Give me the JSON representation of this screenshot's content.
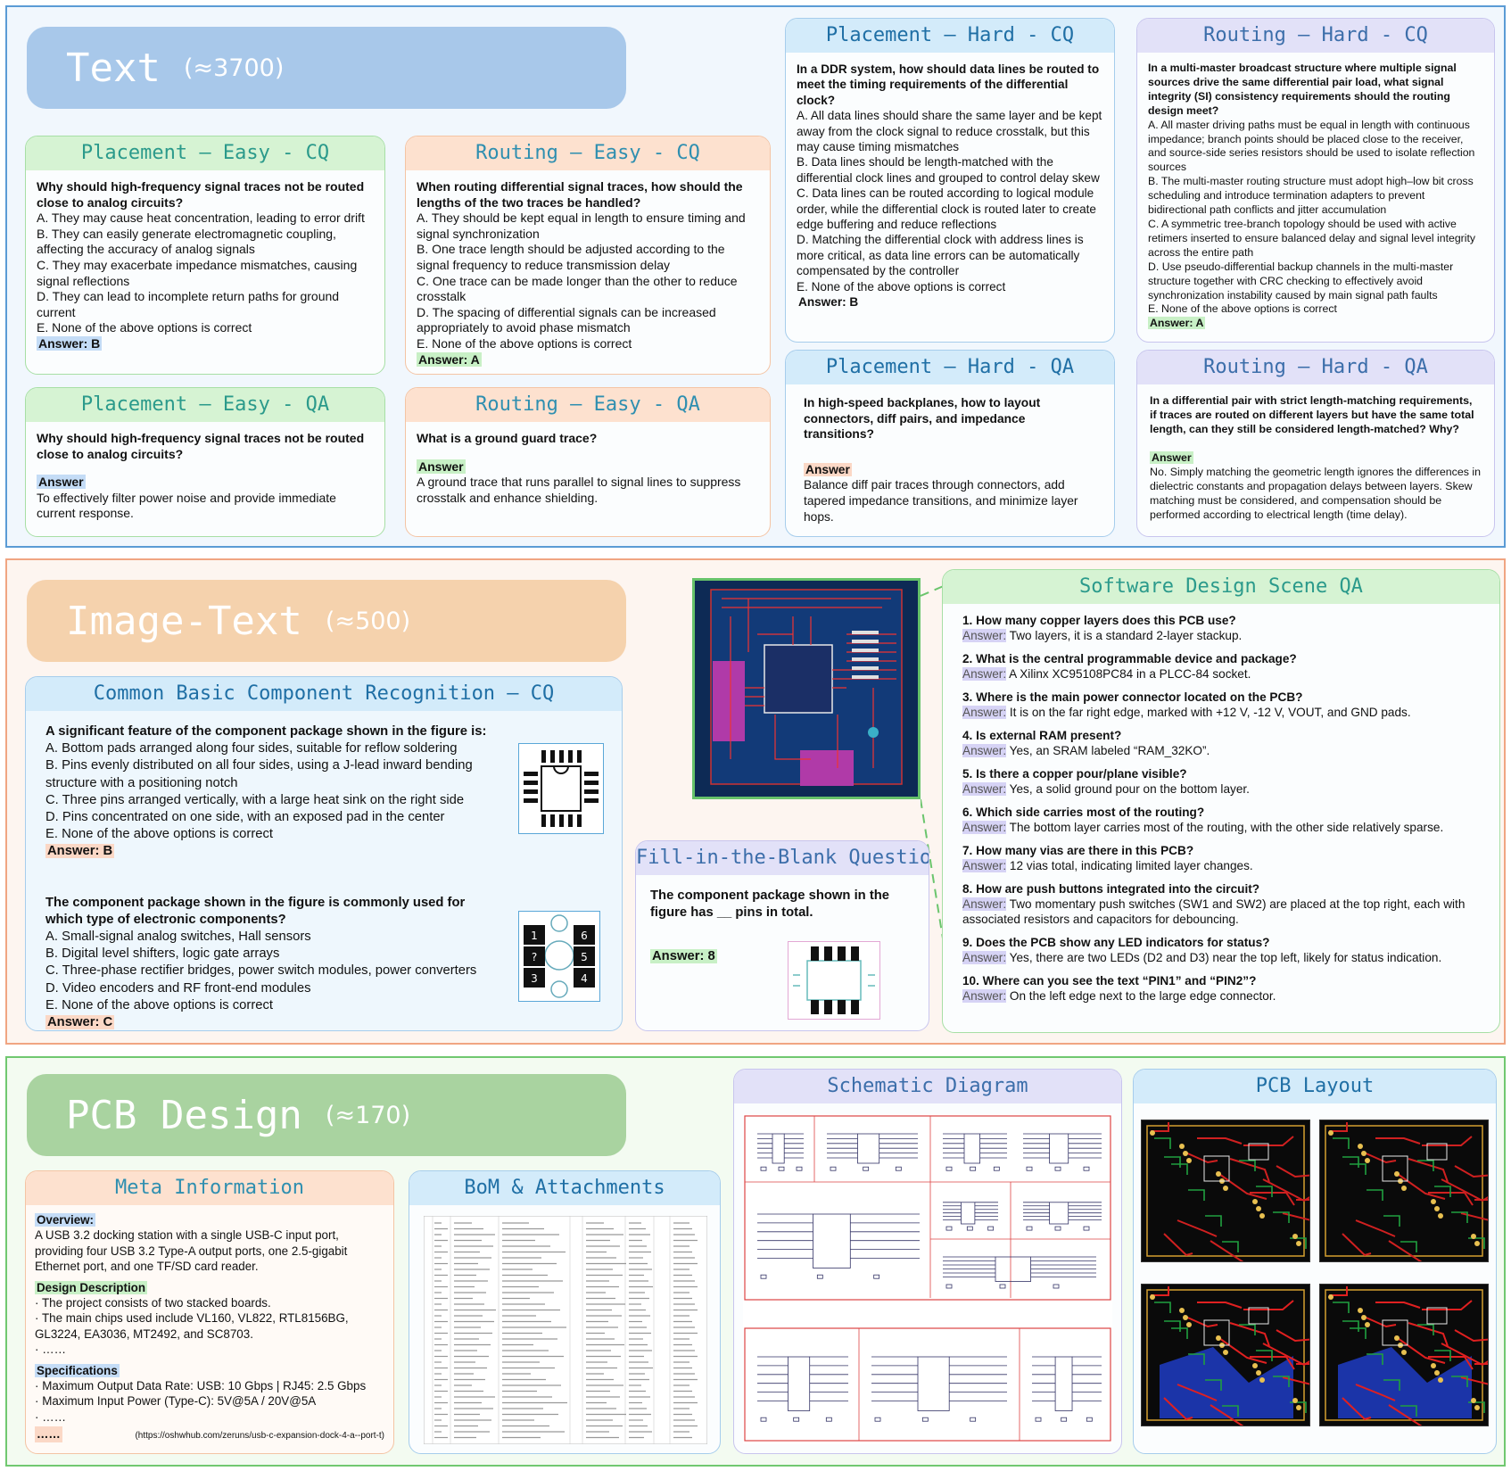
{
  "text_section": {
    "title": "Text",
    "count": "(≈3700)",
    "placement_easy_cq": {
      "header": "Placement – Easy - CQ",
      "question": "Why should high-frequency signal traces not be routed close to analog circuits?",
      "options": [
        "A. They may cause heat concentration, leading to error drift",
        "B. They can easily generate electromagnetic coupling, affecting the accuracy of analog signals",
        "C. They may exacerbate impedance mismatches, causing signal reflections",
        "D. They can lead to incomplete return paths for ground current",
        "E. None of the above options is correct"
      ],
      "answer": "Answer: B"
    },
    "routing_easy_cq": {
      "header": "Routing – Easy - CQ",
      "question": "When routing differential signal traces, how should the lengths of the two traces be handled?",
      "options": [
        "A. They should be kept equal in length to ensure timing and signal synchronization",
        "B. One trace length should be adjusted according to the signal frequency to reduce transmission delay",
        "C. One trace can be made longer than the other to reduce crosstalk",
        "D. The spacing of differential signals can be increased appropriately to avoid phase mismatch",
        "E. None of the above options is correct"
      ],
      "answer": "Answer: A"
    },
    "placement_easy_qa": {
      "header": "Placement – Easy - QA",
      "question": "Why should high-frequency signal traces not be routed close to analog circuits?",
      "answer_label": "Answer",
      "answer": "To effectively filter power noise and provide immediate current response."
    },
    "routing_easy_qa": {
      "header": "Routing – Easy - QA",
      "question": "What is a ground guard trace?",
      "answer_label": "Answer",
      "answer": "A ground trace that runs parallel to signal lines to suppress crosstalk and enhance shielding."
    },
    "placement_hard_cq": {
      "header": "Placement – Hard - CQ",
      "question": "In a DDR system, how should data lines be routed to meet the timing requirements of the differential clock?",
      "options": [
        "A. All data lines should share the same layer and be kept away from the clock signal to reduce crosstalk, but this may cause timing mismatches",
        "B. Data lines should be length-matched with the differential clock lines and grouped to control delay skew",
        "C. Data lines can be routed according to logical module order, while the differential clock is routed later to create edge buffering and reduce reflections",
        "D. Matching the differential clock with address lines is more critical, as data line errors can be automatically compensated by the controller",
        "E. None of the above options is correct"
      ],
      "answer": "Answer: B"
    },
    "routing_hard_cq": {
      "header": "Routing – Hard - CQ",
      "question": "In a multi-master broadcast structure where multiple signal sources drive the same differential pair load, what signal integrity (SI) consistency requirements should the routing design meet?",
      "options": [
        "A. All master driving paths must be equal in length with continuous impedance; branch points should be placed close to the receiver, and source-side series resistors should be used to isolate reflection sources",
        "B. The multi-master routing structure must adopt high–low bit cross scheduling and introduce termination adapters to prevent bidirectional path conflicts and jitter accumulation",
        "C. A symmetric tree-branch topology should be used with active retimers inserted to ensure balanced delay and signal level integrity across the entire path",
        "D. Use pseudo-differential backup channels in the multi-master structure together with CRC checking to effectively avoid synchronization instability caused by main signal path faults",
        "E. None of the above options is correct"
      ],
      "answer": "Answer: A"
    },
    "placement_hard_qa": {
      "header": "Placement – Hard - QA",
      "question": "In high-speed backplanes, how to layout connectors, diff pairs, and impedance transitions?",
      "answer_label": "Answer",
      "answer": "Balance diff pair traces through connectors, add tapered impedance transitions, and minimize layer hops."
    },
    "routing_hard_qa": {
      "header": "Routing – Hard - QA",
      "question": "In a differential pair with strict length-matching requirements, if traces are routed on different layers but have the same total length, can they still be considered length-matched? Why?",
      "answer_label": "Answer",
      "answer": "No. Simply matching the geometric length ignores the differences in dielectric constants and propagation delays between layers. Skew matching must be considered, and compensation should be performed according to electrical length (time delay)."
    }
  },
  "image_text_section": {
    "title": "Image-Text",
    "count": "(≈500)",
    "component_cq": {
      "header": "Common Basic Component Recognition – CQ",
      "q1": "A significant feature of the component package shown in the figure is:",
      "q1_options": [
        "A. Bottom pads arranged along four sides, suitable for reflow soldering",
        "B. Pins evenly distributed on all four sides, using a J-lead inward bending structure with a positioning notch",
        "C. Three pins arranged vertically, with a large heat sink on the right side",
        "D. Pins concentrated on one side, with an exposed pad in the center",
        "E. None of the above options is correct"
      ],
      "q1_answer": "Answer: B",
      "q2": "The component package shown in the figure is commonly used for which type of electronic components?",
      "q2_options": [
        "A. Small-signal analog switches, Hall sensors",
        "B. Digital level shifters, logic gate arrays",
        "C. Three-phase rectifier bridges, power switch modules, power converters",
        "D. Video encoders and RF front-end modules",
        "E. None of the above options is correct"
      ],
      "q2_answer": "Answer: C",
      "pin_labels": [
        "1",
        "6",
        "?",
        "5",
        "3",
        "4"
      ]
    },
    "fill_blank": {
      "header": "Fill-in-the-Blank Question",
      "question": "The component package shown in the figure has __ pins in total.",
      "answer": "Answer: 8"
    },
    "software_qa": {
      "header": "Software Design Scene QA",
      "items": [
        {
          "q": "1. How many copper layers does this PCB use?",
          "a": "Two layers, it is a standard 2-layer stackup."
        },
        {
          "q": "2. What is the central programmable device and package?",
          "a": "A Xilinx XC95108PC84 in a PLCC-84 socket."
        },
        {
          "q": "3. Where is the main power connector located on the PCB?",
          "a": "It is on the far right edge, marked with +12 V, -12 V, VOUT, and GND pads."
        },
        {
          "q": "4. Is external RAM present?",
          "a": "Yes, an SRAM labeled “RAM_32KO”."
        },
        {
          "q": "5. Is there a copper pour/plane visible?",
          "a": "Yes, a solid ground pour on the bottom layer."
        },
        {
          "q": "6. Which side carries most of the routing?",
          "a": "The bottom layer carries most of the routing, with the other side relatively sparse."
        },
        {
          "q": "7. How many vias are there in this PCB?",
          "a": "12 vias total, indicating limited layer changes."
        },
        {
          "q": "8. How are push buttons integrated into the circuit?",
          "a": "Two momentary push switches (SW1 and SW2) are placed at the top right, each with associated resistors and capacitors for debouncing."
        },
        {
          "q": "9. Does the PCB show any LED indicators for status?",
          "a": "Yes, there are two LEDs (D2 and D3) near the top left, likely for status indication."
        },
        {
          "q": "10. Where can you see the text “PIN1” and “PIN2”?",
          "a": "On the left edge next to the large edge connector."
        }
      ],
      "answer_label": "Answer:"
    }
  },
  "pcb_section": {
    "title": "PCB Design",
    "count": "(≈170)",
    "meta": {
      "header": "Meta Information",
      "overview_label": "Overview:",
      "overview": "A USB 3.2 docking station with a single USB-C input port, providing four USB 3.2 Type-A output ports, one 2.5-gigabit Ethernet port, and one TF/SD card reader.",
      "design_label": "Design Description",
      "design_items": [
        "The project consists of two stacked boards.",
        "The main chips used include VL160, VL822, RTL8156BG, GL3224, EA3036, MT2492, and SC8703.",
        "……"
      ],
      "spec_label": "Specifications",
      "spec_items": [
        "Maximum Output Data Rate: USB: 10 Gbps | RJ45: 2.5 Gbps",
        "Maximum Input Power (Type-C): 5V@5A / 20V@5A",
        "……"
      ],
      "ellipsis": "……",
      "url": "(https://oshwhub.com/zeruns/usb-c-expansion-dock-4-a--port-t)"
    },
    "bom": {
      "header": "BoM & Attachments"
    },
    "schematic": {
      "header": "Schematic Diagram"
    },
    "layout": {
      "header": "PCB Layout"
    }
  },
  "colors": {
    "text_border": "#5b9bd5",
    "image_text_border": "#f0a582",
    "pcb_border": "#70c870",
    "text_banner": "#a8c8ea",
    "image_banner": "#f5d2ad",
    "pcb_banner": "#a9d3a0"
  }
}
